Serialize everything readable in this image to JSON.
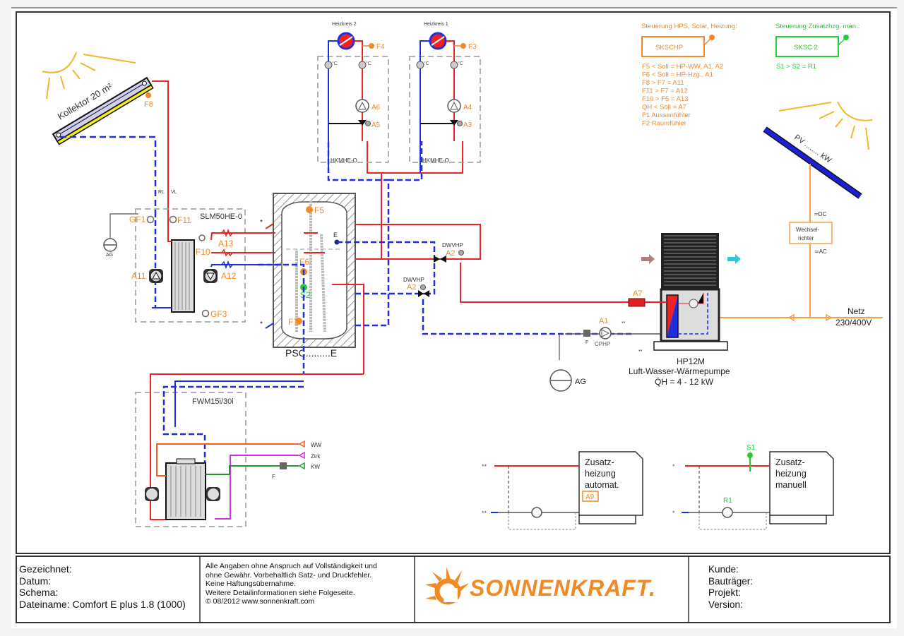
{
  "collector": {
    "label": "Kollektor 20 m²",
    "sensor": "F8",
    "return_label": "RL",
    "flow_label": "VL"
  },
  "heating_circuits": [
    {
      "title": "Heizkreis 2",
      "sensor": "F4",
      "pump": "A6",
      "mixer": "A5",
      "module": "HKMHE-O",
      "thermo_unit": "°C"
    },
    {
      "title": "Heizkreis 1",
      "sensor": "F3",
      "pump": "A4",
      "mixer": "A3",
      "module": "HKMHE-O",
      "thermo_unit": "°C"
    }
  ],
  "solar_station": {
    "module": "SLM50HE-0",
    "labels": [
      "GF1",
      "F11",
      "A13",
      "F10",
      "A11",
      "A12",
      "GF3",
      "AG"
    ]
  },
  "storage": {
    "label": "PSC.........E",
    "sensors": [
      "F5",
      "F6",
      "S2",
      "F7"
    ],
    "element_label": "E",
    "break_mark": "*"
  },
  "diverter_valves": [
    {
      "type": "DWVHP",
      "id": "A2"
    },
    {
      "type": "DWVHP",
      "id": "A2"
    }
  ],
  "heat_pump": {
    "model": "HP12M",
    "type": "Luft-Wasser-Wärmepumpe",
    "capacity": "Q̇H = 4 - 12 kW",
    "heater": "A7",
    "pump": "A1",
    "pump_type": "CPHP",
    "filter": "F",
    "expansion": "AG",
    "break_mark": "**"
  },
  "pv": {
    "label": "PV ........ kW",
    "dc": "═DC",
    "inverter": "Wechsel-\nrichter",
    "inverter_lines": [
      "Wechsel-",
      "richter"
    ],
    "ac": "≃AC",
    "grid_label": "Netz",
    "grid_voltage": "230/400V"
  },
  "controller_main": {
    "heading": "Steuerung HPS, Solar, Heizung:",
    "name": "SKSCHP",
    "rules": [
      "F5 < Soll = HP-WW, A1, A2",
      "F6 < Soll = HP-Hzg., A1",
      "F8 > F7 = A11",
      "F11 > F7 = A12",
      "F10 > F5 = A13",
      "QH < Soll = A7",
      "F1    Aussenfühler",
      "F2    Raumfühler"
    ]
  },
  "controller_aux": {
    "heading": "Steuerung Zusatzhzg. man.:",
    "name": "SKSC 2",
    "rules": [
      "S1 > S2 = R1"
    ]
  },
  "freshwater": {
    "module": "FWM15i/30i",
    "outlets": [
      "WW",
      "Zirk",
      "KW"
    ],
    "filter": "F"
  },
  "aux_heaters": [
    {
      "lines": [
        "Zusatz-",
        "heizung",
        "automat."
      ],
      "relay": "A9",
      "break_mark": "**"
    },
    {
      "lines": [
        "Zusatz-",
        "heizung",
        "manuell"
      ],
      "sensor": "S1",
      "pump": "R1",
      "break_mark": "*"
    }
  ],
  "title_block": {
    "left": [
      "Gezeichnet:",
      "Datum:",
      "Schema:",
      "Dateiname: Comfort E plus 1.8 (1000)"
    ],
    "disclaimer": [
      "Alle Angaben ohne Anspruch auf Vollständigkeit und",
      "ohne Gewähr. Vorbehaltlich Satz- und Druckfehler.",
      "Keine Haftungsübernahme.",
      "Weitere Detailinformationen siehe Folgeseite.",
      "© 08/2012  www.sonnenkraft.com"
    ],
    "logo": "SONNENKRAFT.",
    "right": [
      "Kunde:",
      "Bauträger:",
      "Projekt:",
      "Version:"
    ]
  },
  "colors": {
    "supply": "#ee2222",
    "return": "#1f2fe0",
    "control": "#f0892a",
    "aux_control": "#22cc33",
    "electric": "#f5a04a",
    "dhw": "#ff5a1e",
    "circulation": "#cc33dd",
    "cold": "#229933"
  }
}
